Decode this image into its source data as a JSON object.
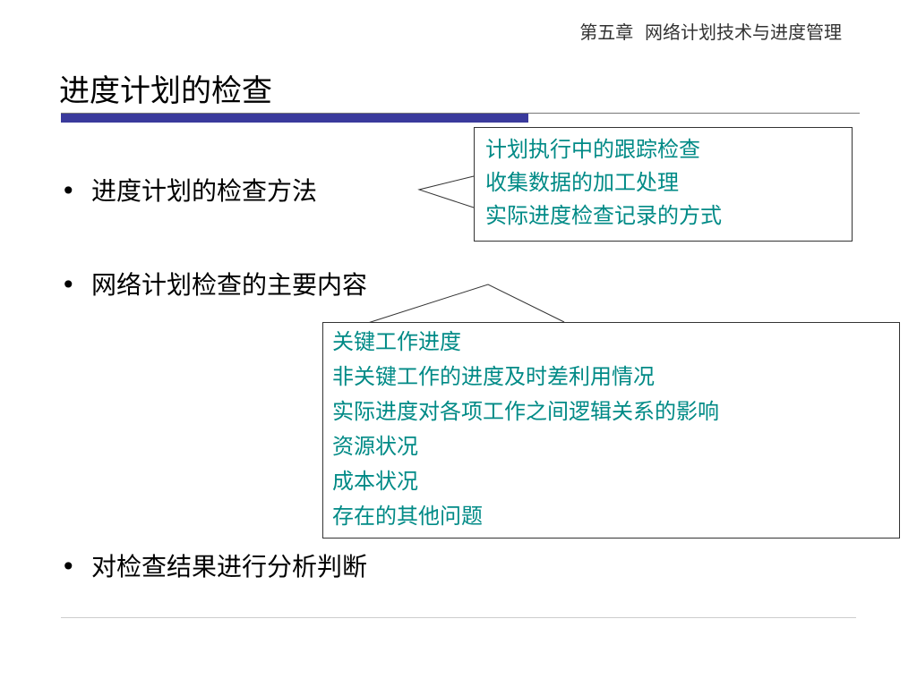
{
  "header": {
    "chapter": "第五章  网络计划技术与进度管理"
  },
  "slide": {
    "title": "进度计划的检查",
    "bullets": [
      "进度计划的检查方法",
      "网络计划检查的主要内容",
      "对检查结果进行分析判断"
    ],
    "callout1": {
      "lines": [
        "计划执行中的跟踪检查",
        "收集数据的加工处理",
        "实际进度检查记录的方式"
      ]
    },
    "callout2": {
      "lines": [
        "关键工作进度",
        "非关键工作的进度及时差利用情况",
        "实际进度对各项工作之间逻辑关系的影响",
        "资源状况",
        "成本状况",
        "存在的其他问题"
      ]
    }
  },
  "colors": {
    "accent": "#3a3a9c",
    "callout_text": "#008a86"
  }
}
